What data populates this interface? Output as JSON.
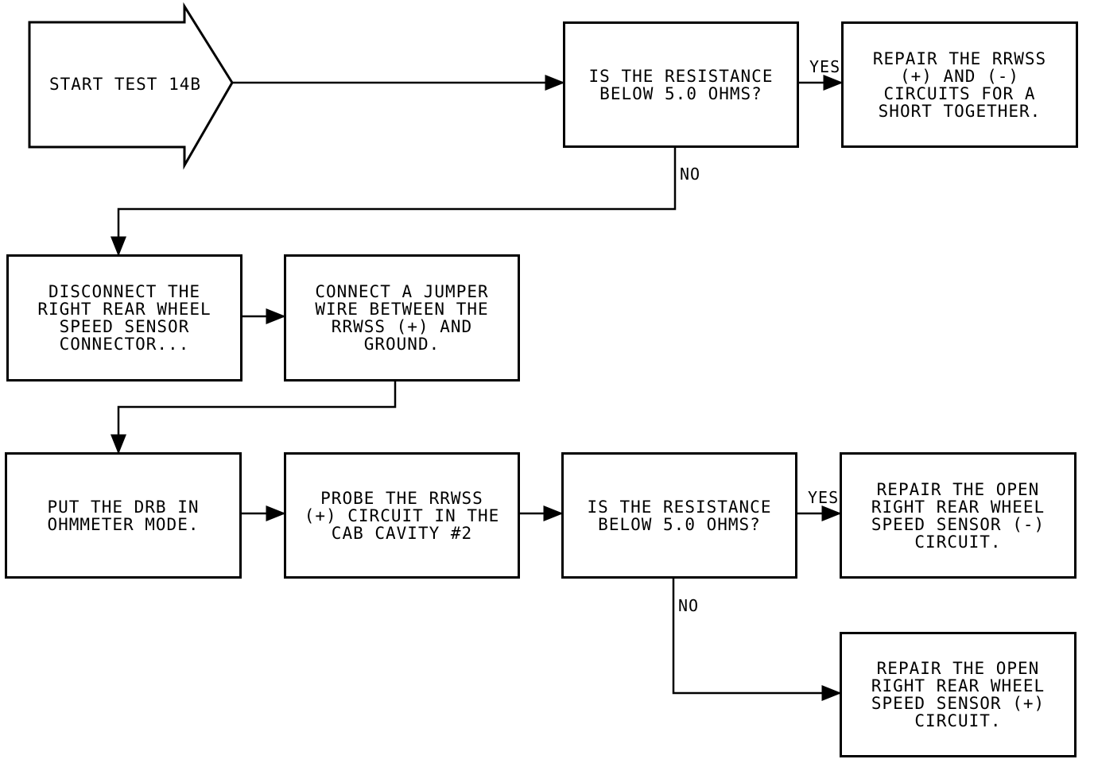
{
  "start": {
    "label": "START TEST 14B"
  },
  "nodes": {
    "q1": "IS THE RESISTANCE\nBELOW 5.0 OHMS?",
    "repair_short": "REPAIR THE RRWSS\n(+) AND (-)\nCIRCUITS FOR A\nSHORT TOGETHER.",
    "disconnect": "DISCONNECT THE\nRIGHT REAR WHEEL\nSPEED SENSOR\nCONNECTOR...",
    "jumper": "CONNECT A JUMPER\nWIRE BETWEEN THE\nRRWSS (+) AND\nGROUND.",
    "ohmmeter": "PUT THE DRB IN\nOHMMETER MODE.",
    "probe": "PROBE THE RRWSS\n(+) CIRCUIT IN THE\nCAB CAVITY #2",
    "q2": "IS THE RESISTANCE\nBELOW 5.0 OHMS?",
    "repair_minus": "REPAIR THE OPEN\nRIGHT REAR WHEEL\nSPEED SENSOR (-)\nCIRCUIT.",
    "repair_plus": "REPAIR THE OPEN\nRIGHT REAR WHEEL\nSPEED SENSOR (+)\nCIRCUIT."
  },
  "labels": {
    "yes1": "YES",
    "no1": "NO",
    "yes2": "YES",
    "no2": "NO"
  }
}
